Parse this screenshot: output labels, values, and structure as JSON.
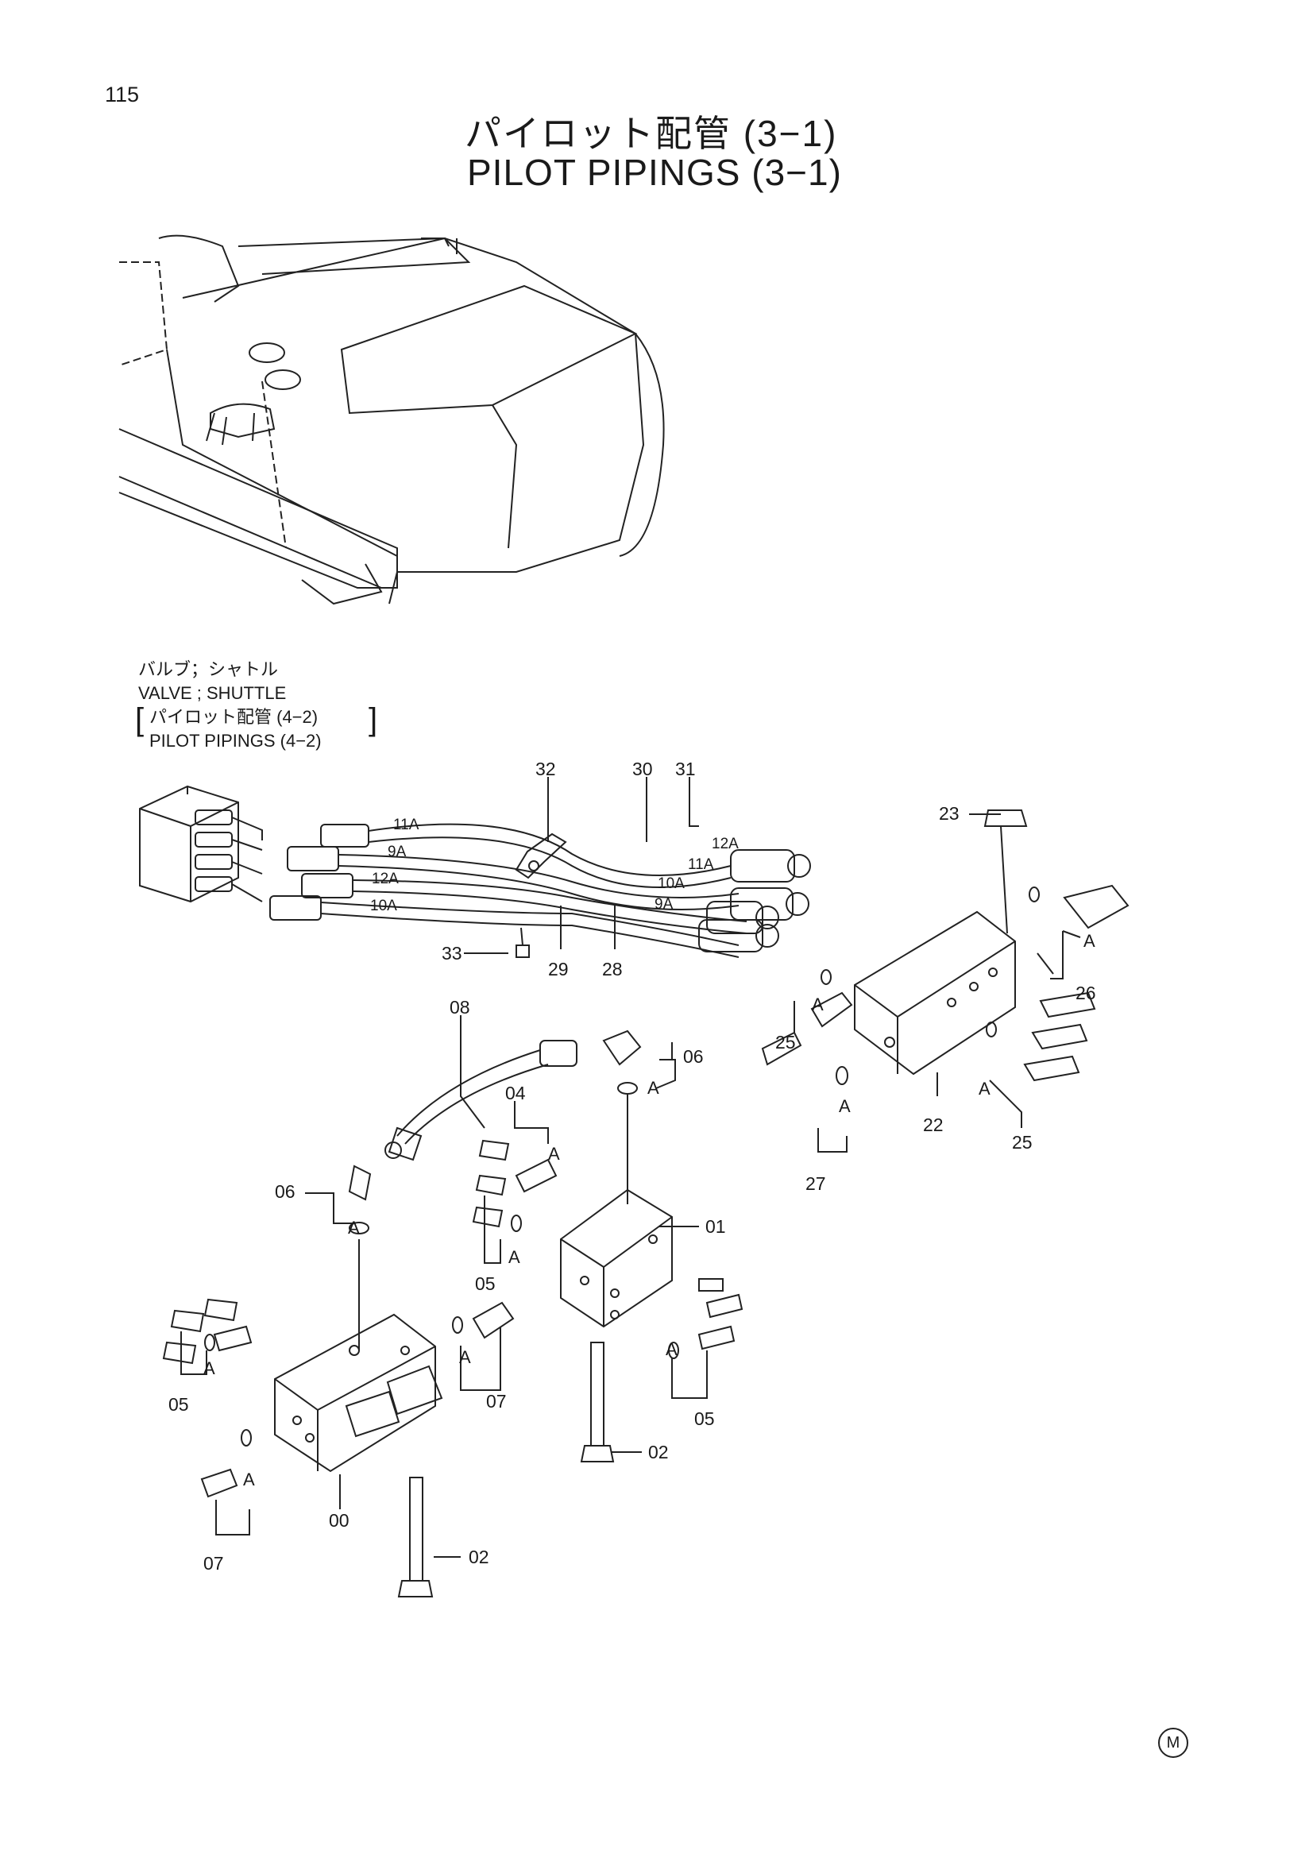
{
  "page": {
    "number": "115"
  },
  "title": {
    "jp": "パイロット配管 (3−1)",
    "en": "PILOT PIPINGS (3−1)"
  },
  "reference": {
    "jp_part": "バルブ；シャトル",
    "en_part": "VALVE ; SHUTTLE",
    "jp_ref": "パイロット配管 (4−2)",
    "en_ref": "PILOT PIPINGS (4−2)"
  },
  "hose_tags": [
    "11A",
    "9A",
    "12A",
    "10A",
    "12A",
    "11A",
    "10A",
    "9A"
  ],
  "connection_mark": "A",
  "callouts": {
    "p32": "32",
    "p30": "30",
    "p31": "31",
    "p23": "23",
    "p33": "33",
    "p29": "29",
    "p28": "28",
    "p26": "26",
    "p25a": "25",
    "p25b": "25",
    "p22": "22",
    "p27": "27",
    "p08": "08",
    "p06a": "06",
    "p06b": "06",
    "p04": "04",
    "p01": "01",
    "p05a": "05",
    "p05b": "05",
    "p05c": "05",
    "p07a": "07",
    "p07b": "07",
    "p00": "00",
    "p02a": "02",
    "p02b": "02"
  },
  "footer_mark": "M"
}
